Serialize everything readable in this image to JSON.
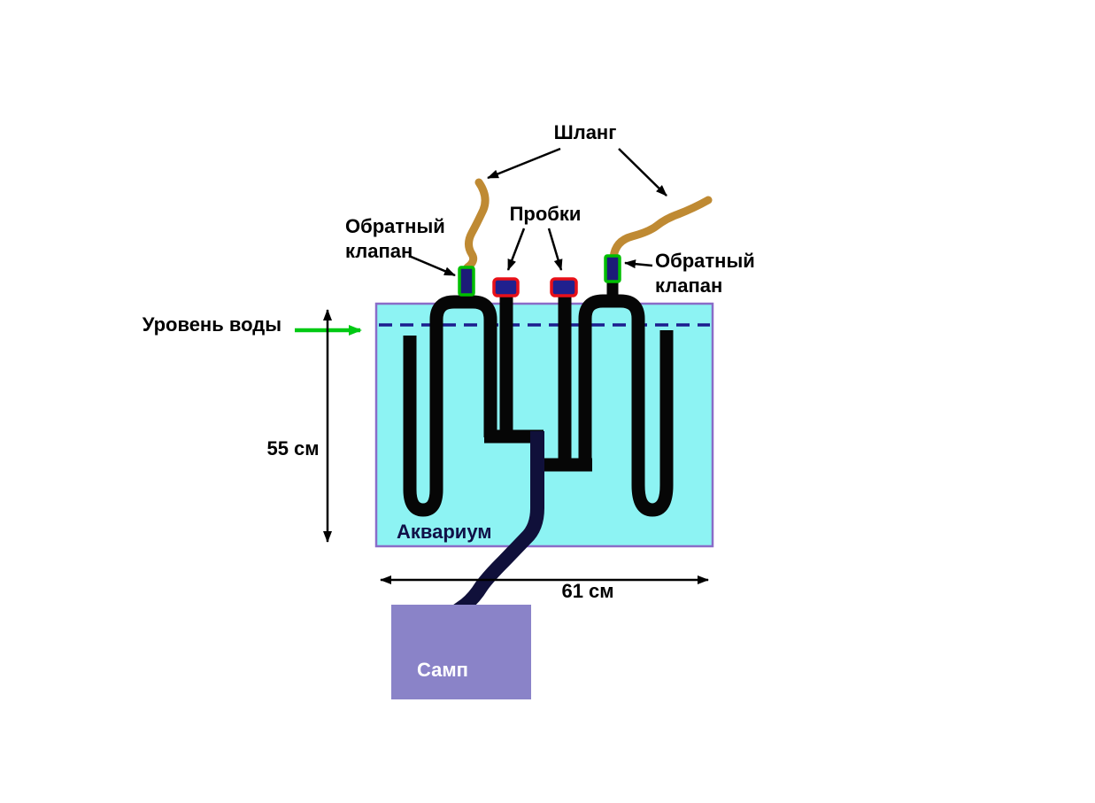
{
  "labels": {
    "hose": "Шланг",
    "plugs": "Пробки",
    "check_valve": {
      "line1": "Обратный",
      "line2": "клапан"
    },
    "water_level": "Уровень воды",
    "height_dimension": "55 см",
    "width_dimension": "61 см",
    "aquarium": "Аквариум",
    "sump": "Самп"
  },
  "colors": {
    "tank_fill": "#8df3f3",
    "tank_border": "#8a6cc8",
    "water_line": "#1c1c8f",
    "tube": "#060606",
    "drain_tube": "#10103a",
    "hose": "#bf8a33",
    "valve_stroke": "#00bf00",
    "valve_fill": "#1c1c78",
    "plug_stroke": "#e81018",
    "plug_fill": "#20208e",
    "sump_fill": "#8a83c8",
    "sump_text": "#ffffff",
    "label_text": "#000000",
    "aquarium_text": "#101048",
    "water_level_arrow": "#00c913"
  }
}
